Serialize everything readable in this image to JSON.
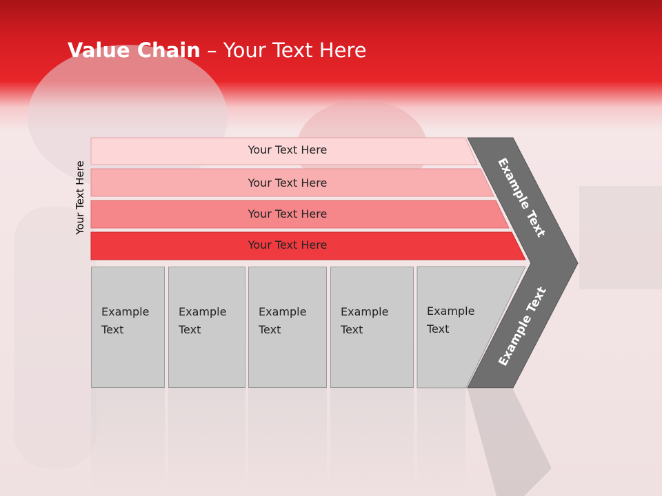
{
  "title": {
    "bold": "Value Chain",
    "rest": " – Your Text Here"
  },
  "side_label": "Your Text Here",
  "bars": [
    {
      "label": "Your Text Here",
      "color": "#fdd7d8"
    },
    {
      "label": "Your Text Here",
      "color": "#f9aeb0"
    },
    {
      "label": "Your Text Here",
      "color": "#f5878a"
    },
    {
      "label": "Your Text Here",
      "color": "#ef3b40"
    }
  ],
  "boxes": [
    {
      "line1": "Example",
      "line2": "Text"
    },
    {
      "line1": "Example",
      "line2": "Text"
    },
    {
      "line1": "Example",
      "line2": "Text"
    },
    {
      "line1": "Example",
      "line2": "Text"
    },
    {
      "line1": "Example",
      "line2": "Text"
    }
  ],
  "arrow": {
    "upper": "Example Text",
    "lower": "Example Text",
    "color": "#6f6f6f"
  },
  "colors": {
    "header": "#e8262a",
    "box": "#cbcbcb"
  }
}
